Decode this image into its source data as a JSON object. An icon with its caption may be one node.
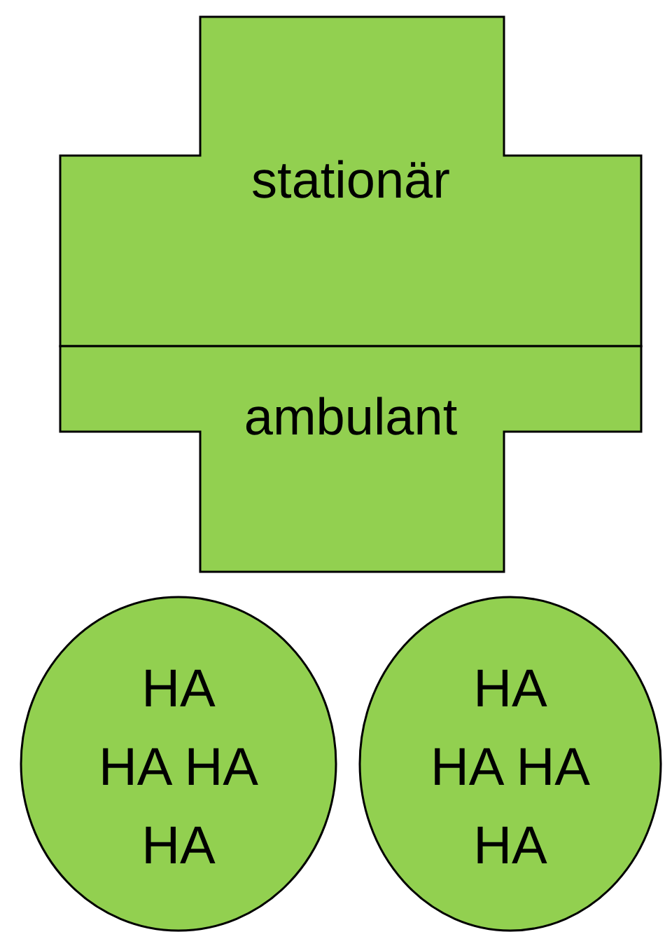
{
  "diagram": {
    "nodes": [
      {
        "text": [
          "stationär"
        ]
      },
      {
        "text": [
          "ambulant"
        ]
      },
      {
        "text": [
          "HA",
          "HA HA",
          "HA"
        ]
      },
      {
        "text": [
          "HA",
          "HA HA",
          "HA"
        ]
      }
    ]
  }
}
